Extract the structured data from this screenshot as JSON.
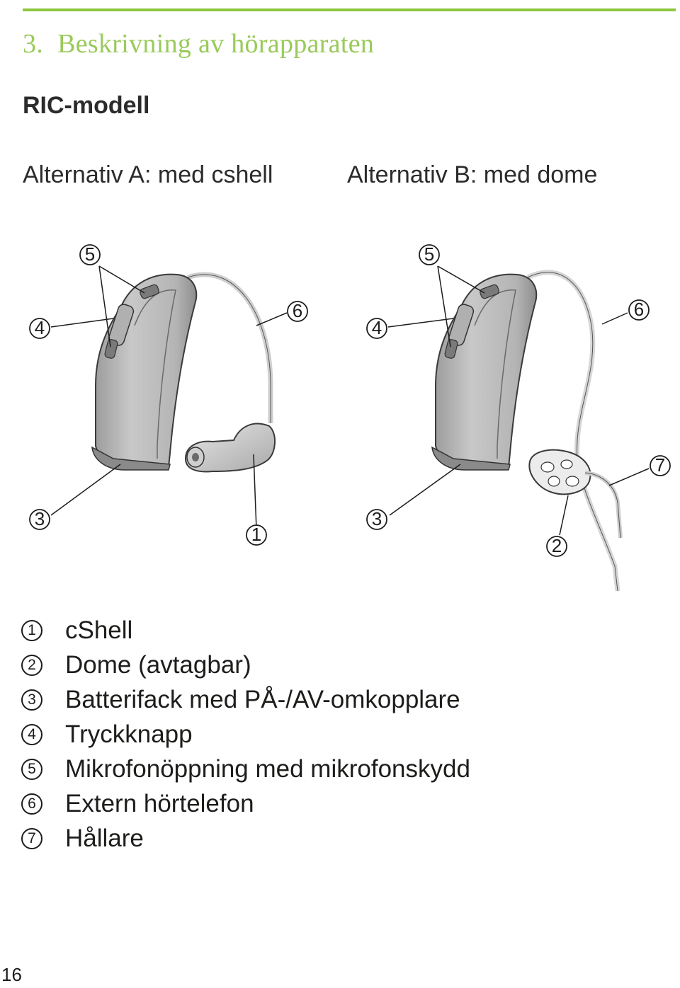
{
  "header": {
    "section_number": "3.",
    "section_title": "Beskrivning av hörapparaten",
    "accent_color": "#8dc63f"
  },
  "subtitle": "RIC-modell",
  "alternatives": {
    "a": "Alternativ A: med cshell",
    "b": "Alternativ B: med dome"
  },
  "figure": {
    "callouts_a": [
      "5",
      "4",
      "6",
      "3",
      "1"
    ],
    "callouts_b": [
      "5",
      "4",
      "6",
      "7",
      "3",
      "2"
    ]
  },
  "legend": [
    {
      "num": "1",
      "text": "cShell"
    },
    {
      "num": "2",
      "text": "Dome (avtagbar)"
    },
    {
      "num": "3",
      "text": "Batterifack med PÅ-/AV-omkopplare"
    },
    {
      "num": "4",
      "text": "Tryckknapp"
    },
    {
      "num": "5",
      "text": "Mikrofonöppning med mikrofonskydd"
    },
    {
      "num": "6",
      "text": "Extern hörtelefon"
    },
    {
      "num": "7",
      "text": "Hållare"
    }
  ],
  "page_number": "16"
}
